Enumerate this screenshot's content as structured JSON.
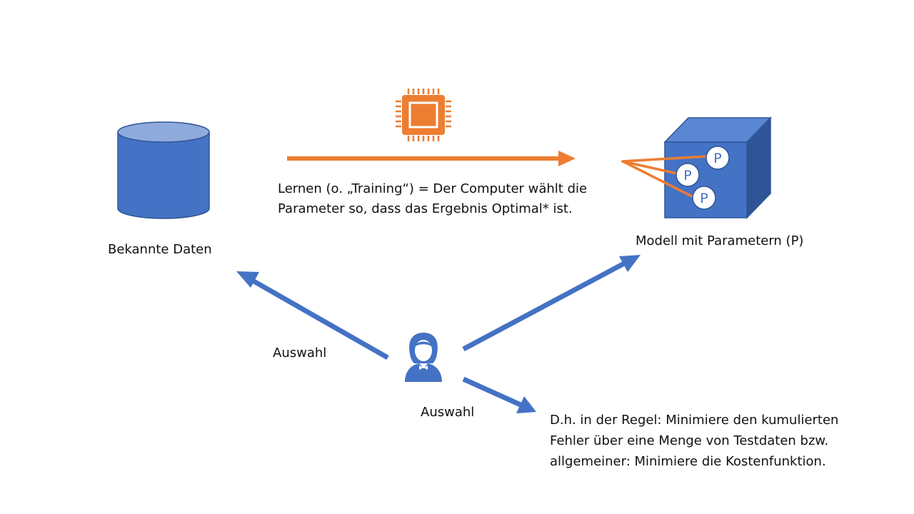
{
  "diagram": {
    "data_label": "Bekannte Daten",
    "training_label": "Lernen (o. „Training“) = Der Computer wählt die\nParameter so, dass das Ergebnis Optimal* ist.",
    "model_label": "Modell mit Parametern (P)",
    "parameter_letter": "P",
    "selection_label_left": "Auswahl",
    "selection_label_bottom": "Auswahl",
    "footnote": "D.h. in der Regel: Minimiere den kumulierten\nFehler über eine Menge von Testdaten bzw.\nallgemeiner: Minimiere die Kostenfunktion."
  },
  "colors": {
    "blue": "#4472C4",
    "blue_light": "#8FAADC",
    "blue_top": "#5B86D3",
    "blue_side": "#2F5597",
    "orange": "#ED7D31"
  },
  "icons": {
    "data": "database-cylinder-icon",
    "processor": "processor-chip-icon",
    "model": "model-cube-icon",
    "person": "user-person-icon"
  }
}
